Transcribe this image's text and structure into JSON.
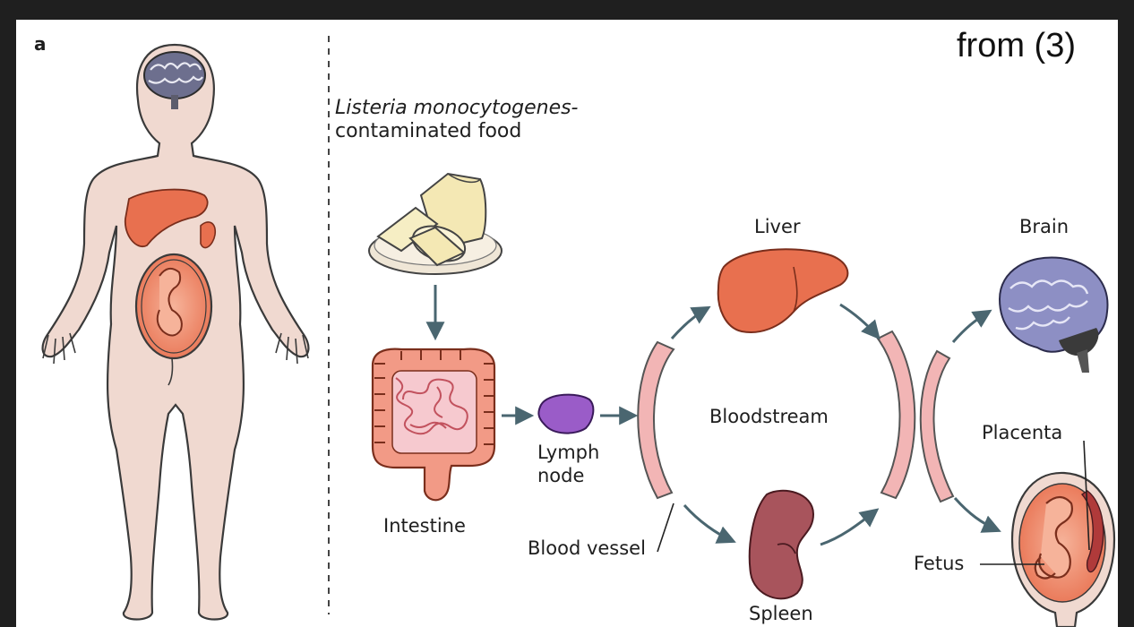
{
  "panel_label": "a",
  "source_note": "from (3)",
  "labels": {
    "food_line1": "Listeria monocytogenes-",
    "food_line2": "contaminated food",
    "intestine": "Intestine",
    "lymph_node_line1": "Lymph",
    "lymph_node_line2": "node",
    "blood_vessel": "Blood vessel",
    "liver": "Liver",
    "bloodstream": "Bloodstream",
    "spleen": "Spleen",
    "brain": "Brain",
    "placenta": "Placenta",
    "fetus": "Fetus"
  },
  "colors": {
    "skin": "#f0d9d0",
    "organ": "#e8704f",
    "vessel": "#f2b5b5",
    "lymph": "#9a5cc8",
    "brain": "#8d8fc4",
    "spleen": "#a8545c",
    "arrow": "#4a6670",
    "cheese": "#f4e8b4"
  }
}
